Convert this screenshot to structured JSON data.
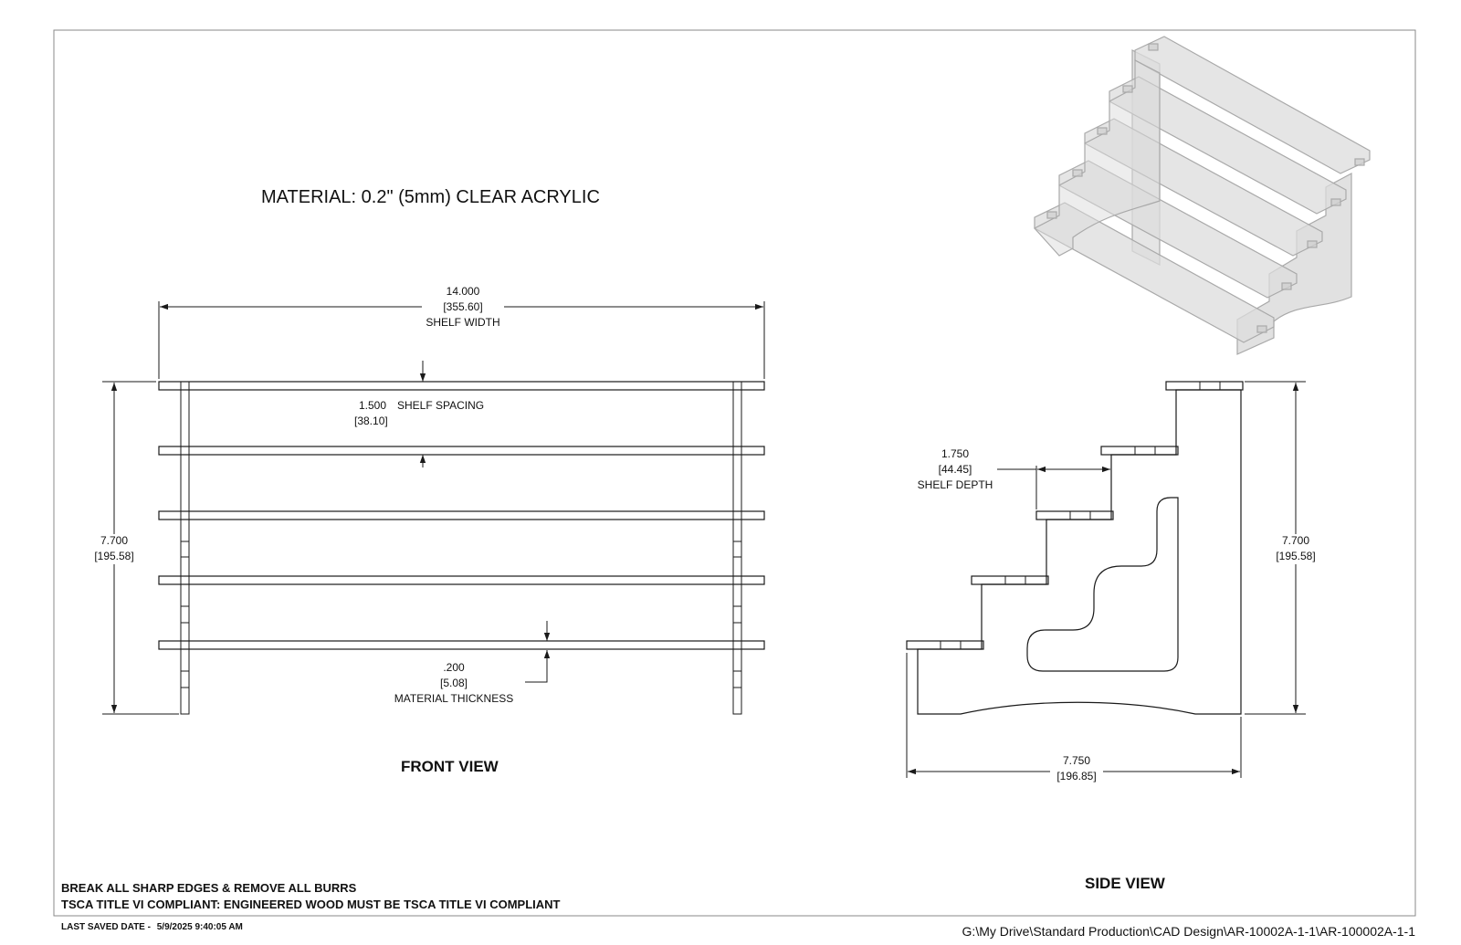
{
  "material": "MATERIAL: 0.2\" (5mm) CLEAR ACRYLIC",
  "front_view": {
    "label": "FRONT VIEW",
    "shelf_width": {
      "inch": "14.000",
      "mm": "[355.60]",
      "label": "SHELF WIDTH"
    },
    "shelf_spacing": {
      "inch": "1.500",
      "label": "SHELF SPACING",
      "mm": "[38.10]"
    },
    "height": {
      "inch": "7.700",
      "mm": "[195.58]"
    },
    "thickness": {
      "inch": ".200",
      "mm": "[5.08]",
      "label": "MATERIAL THICKNESS"
    }
  },
  "side_view": {
    "label": "SIDE VIEW",
    "shelf_depth": {
      "inch": "1.750",
      "mm": "[44.45]",
      "label": "SHELF DEPTH"
    },
    "height": {
      "inch": "7.700",
      "mm": "[195.58]"
    },
    "depth": {
      "inch": "7.750",
      "mm": "[196.85]"
    }
  },
  "notes": {
    "line1": "BREAK ALL SHARP EDGES & REMOVE ALL BURRS",
    "line2": "TSCA TITLE VI COMPLIANT: ENGINEERED WOOD MUST BE TSCA TITLE VI COMPLIANT"
  },
  "footer": {
    "saved_label": "LAST SAVED DATE -",
    "saved_value": "5/9/2025 9:40:05 AM",
    "file_path": "G:\\My Drive\\Standard Production\\CAD Design\\AR-10002A-1-1\\AR-100002A-1-1"
  },
  "colors": {
    "line": "#1a1a1a",
    "frame": "#8a8a8a",
    "acrylic_fill": "#dcdcdc",
    "acrylic_edge": "#a9a9a9"
  }
}
